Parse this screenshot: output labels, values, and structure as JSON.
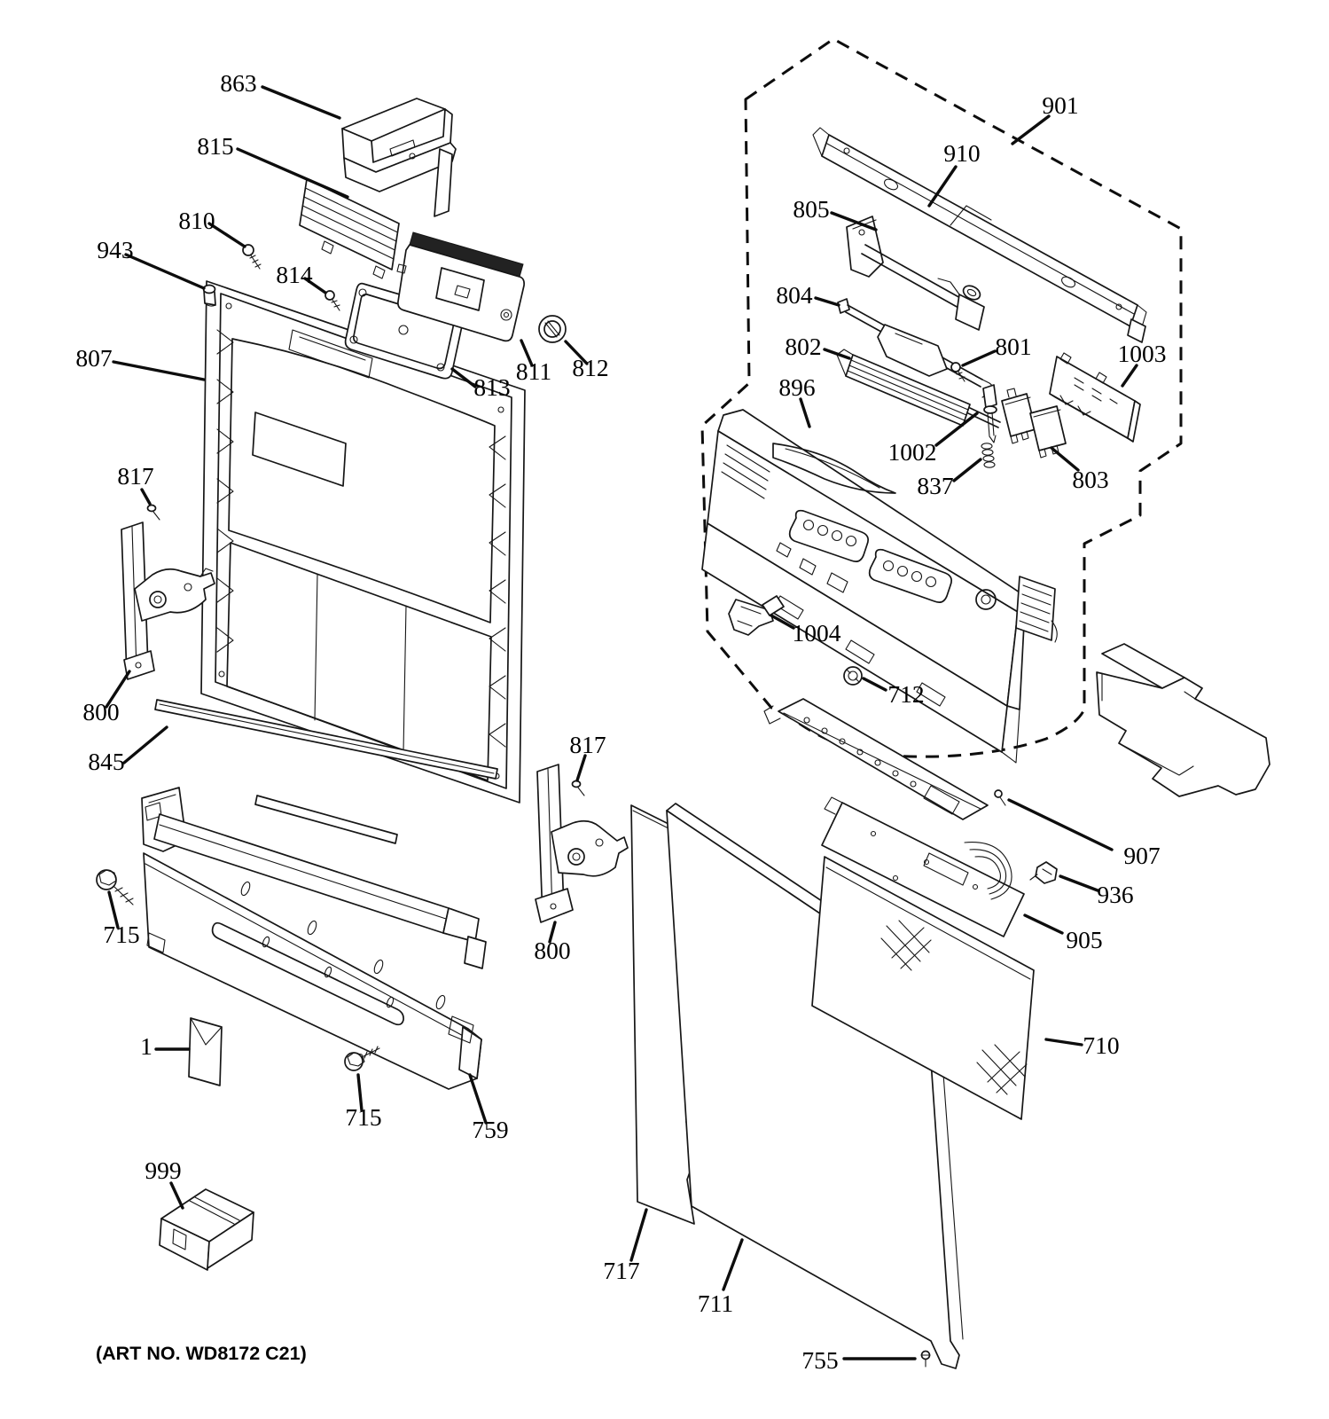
{
  "diagram": {
    "footer": "(ART NO. WD8172 C21)",
    "colors": {
      "ink": "#161616",
      "background": "#ffffff"
    },
    "callouts": [
      {
        "text": "863"
      },
      {
        "text": "815"
      },
      {
        "text": "810"
      },
      {
        "text": "943"
      },
      {
        "text": "814"
      },
      {
        "text": "807"
      },
      {
        "text": "813"
      },
      {
        "text": "811"
      },
      {
        "text": "812"
      },
      {
        "text": "817"
      },
      {
        "text": "800"
      },
      {
        "text": "845"
      },
      {
        "text": "715"
      },
      {
        "text": "1"
      },
      {
        "text": "715"
      },
      {
        "text": "759"
      },
      {
        "text": "999"
      },
      {
        "text": "817"
      },
      {
        "text": "800"
      },
      {
        "text": "901"
      },
      {
        "text": "910"
      },
      {
        "text": "805"
      },
      {
        "text": "804"
      },
      {
        "text": "802"
      },
      {
        "text": "801"
      },
      {
        "text": "1003"
      },
      {
        "text": "1002"
      },
      {
        "text": "837"
      },
      {
        "text": "803"
      },
      {
        "text": "896"
      },
      {
        "text": "1004"
      },
      {
        "text": "712"
      },
      {
        "text": "907"
      },
      {
        "text": "936"
      },
      {
        "text": "905"
      },
      {
        "text": "710"
      },
      {
        "text": "717"
      },
      {
        "text": "711"
      },
      {
        "text": "755"
      }
    ]
  }
}
